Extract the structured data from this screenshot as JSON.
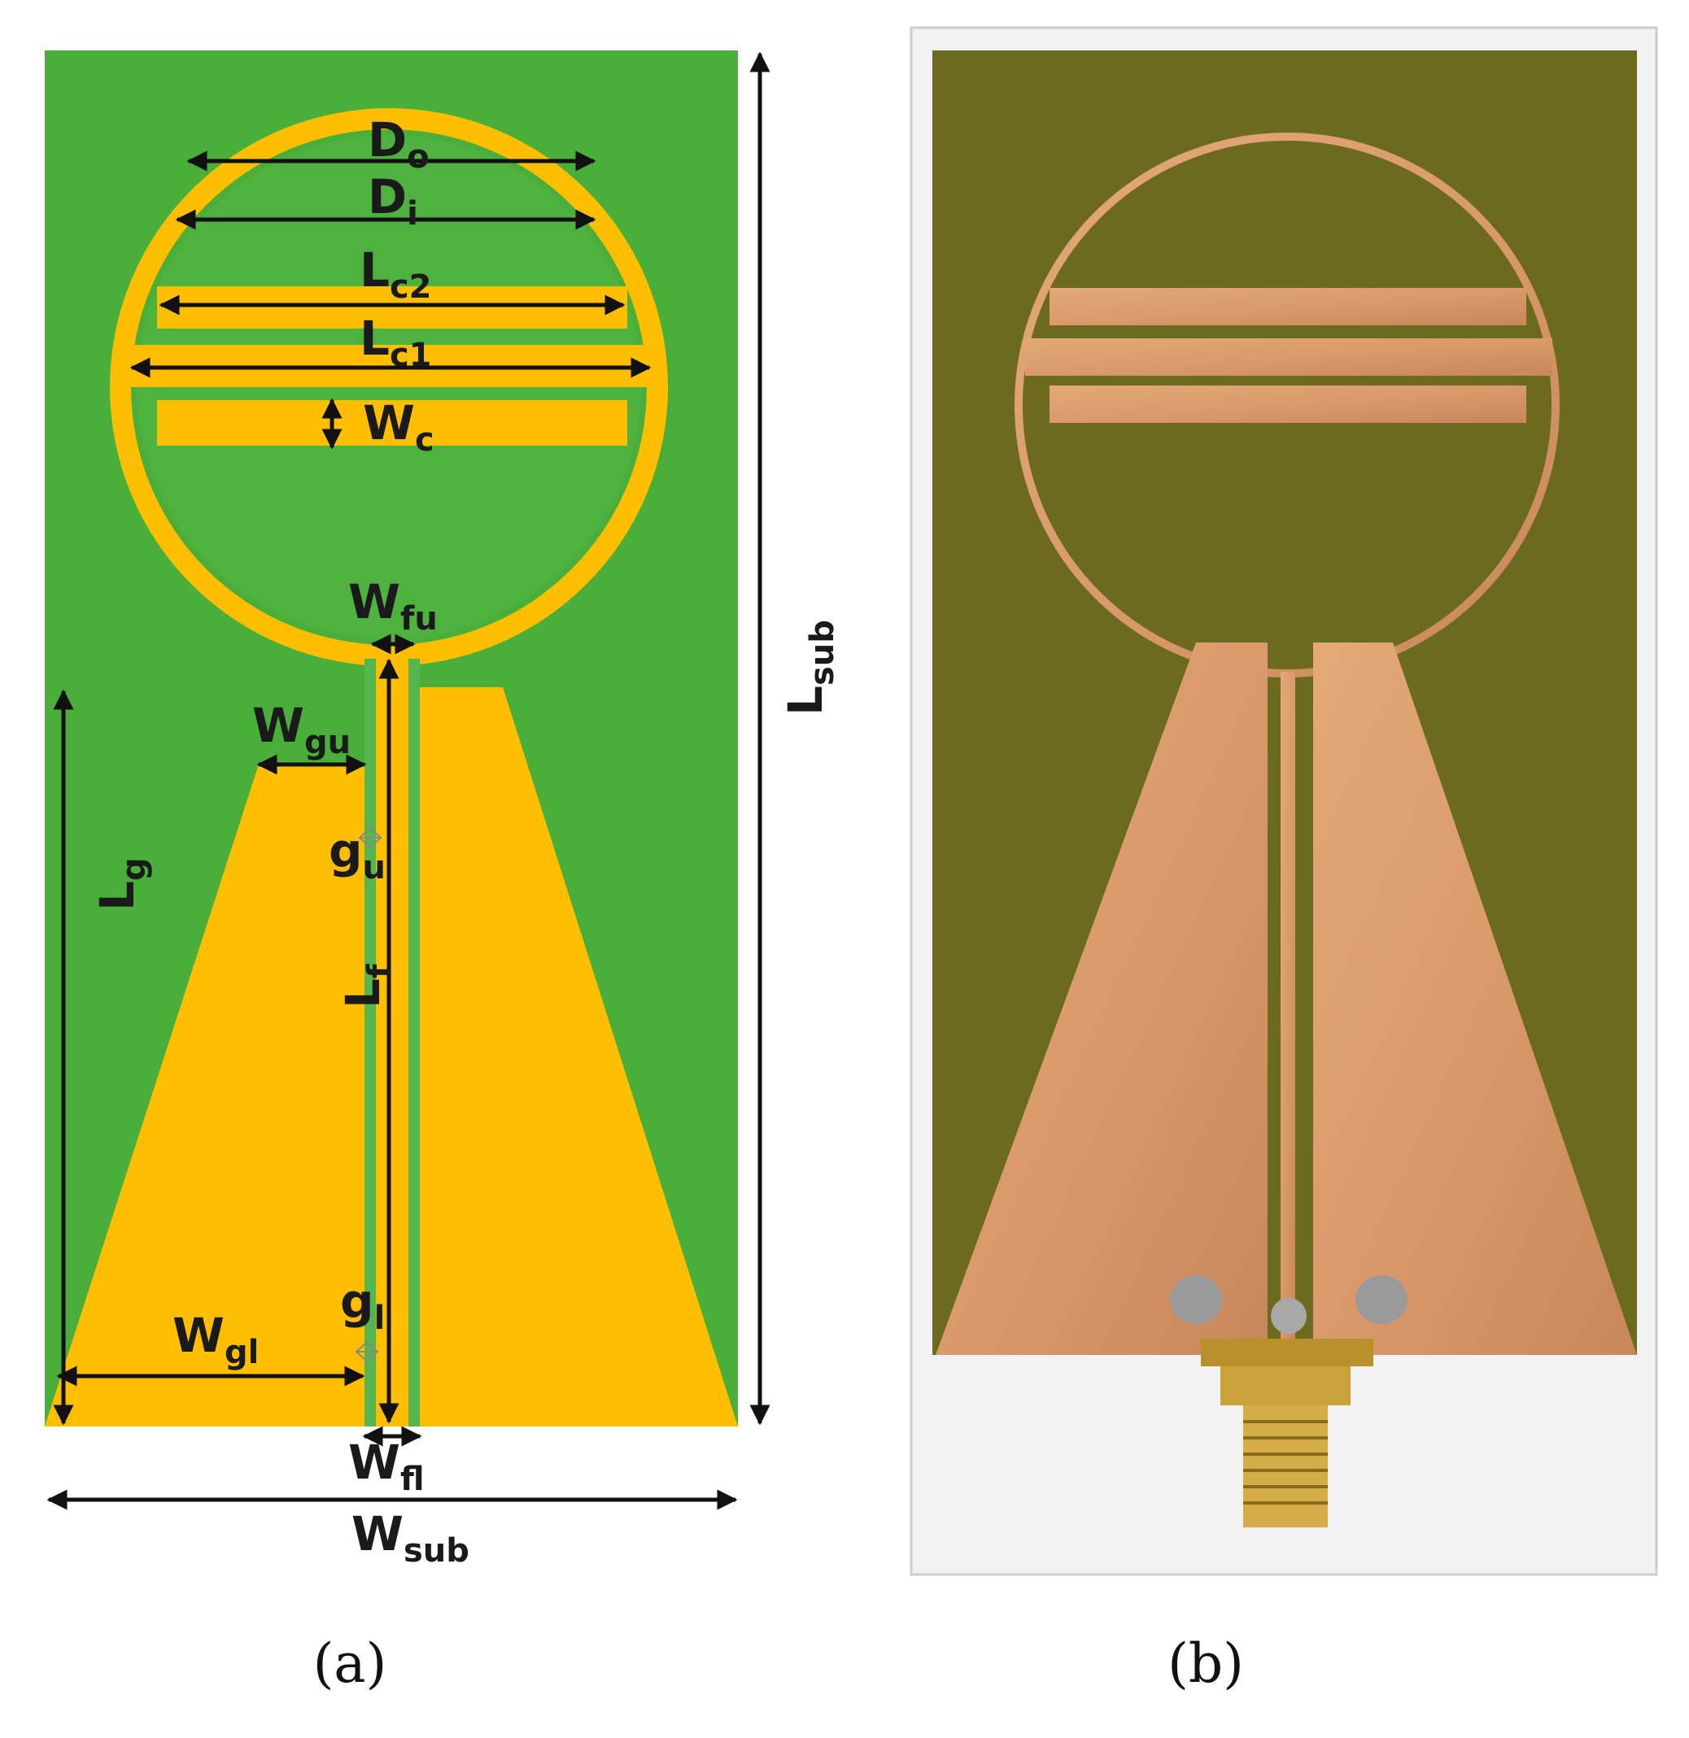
{
  "panel_a": {
    "caption": "(a)",
    "colors": {
      "substrate": "#4aaf3a",
      "copper": "#ffbf00",
      "slot": "#55b54e"
    },
    "labels": [
      {
        "main": "D",
        "sub": "o"
      },
      {
        "main": "D",
        "sub": "i"
      },
      {
        "main": "L",
        "sub": "c2"
      },
      {
        "main": "L",
        "sub": "c1"
      },
      {
        "main": "W",
        "sub": "c"
      },
      {
        "main": "W",
        "sub": "fu"
      },
      {
        "main": "W",
        "sub": "gu"
      },
      {
        "main": "g",
        "sub": "u"
      },
      {
        "main": "L",
        "sub": "g"
      },
      {
        "main": "L",
        "sub": "f"
      },
      {
        "main": "g",
        "sub": "l"
      },
      {
        "main": "W",
        "sub": "gl"
      },
      {
        "main": "W",
        "sub": "fl"
      },
      {
        "main": "W",
        "sub": "sub"
      },
      {
        "main": "L",
        "sub": "sub"
      }
    ]
  },
  "panel_b": {
    "caption": "(b)",
    "colors": {
      "substrate": "#6b6a1e",
      "copper": "#d99a6c",
      "background": "#f2f2f2"
    }
  }
}
